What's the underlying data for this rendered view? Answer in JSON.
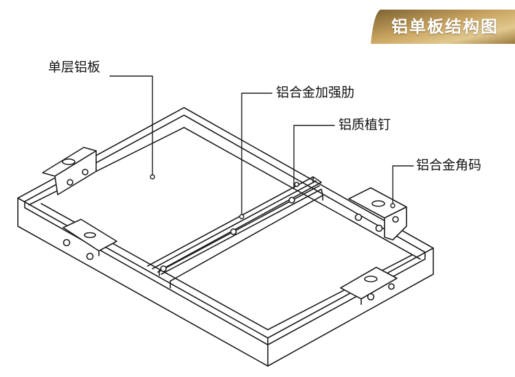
{
  "title": "铝单板结构图",
  "colors": {
    "banner_dark": "#6b5426",
    "banner_mid": "#c4a15e",
    "banner_light": "#e3c98f",
    "line": "#1a1a1a"
  },
  "labels": {
    "panel": "单层铝板",
    "rib": "铝合金加强肋",
    "stud": "铝质植钉",
    "bracket": "铝合金角码"
  }
}
